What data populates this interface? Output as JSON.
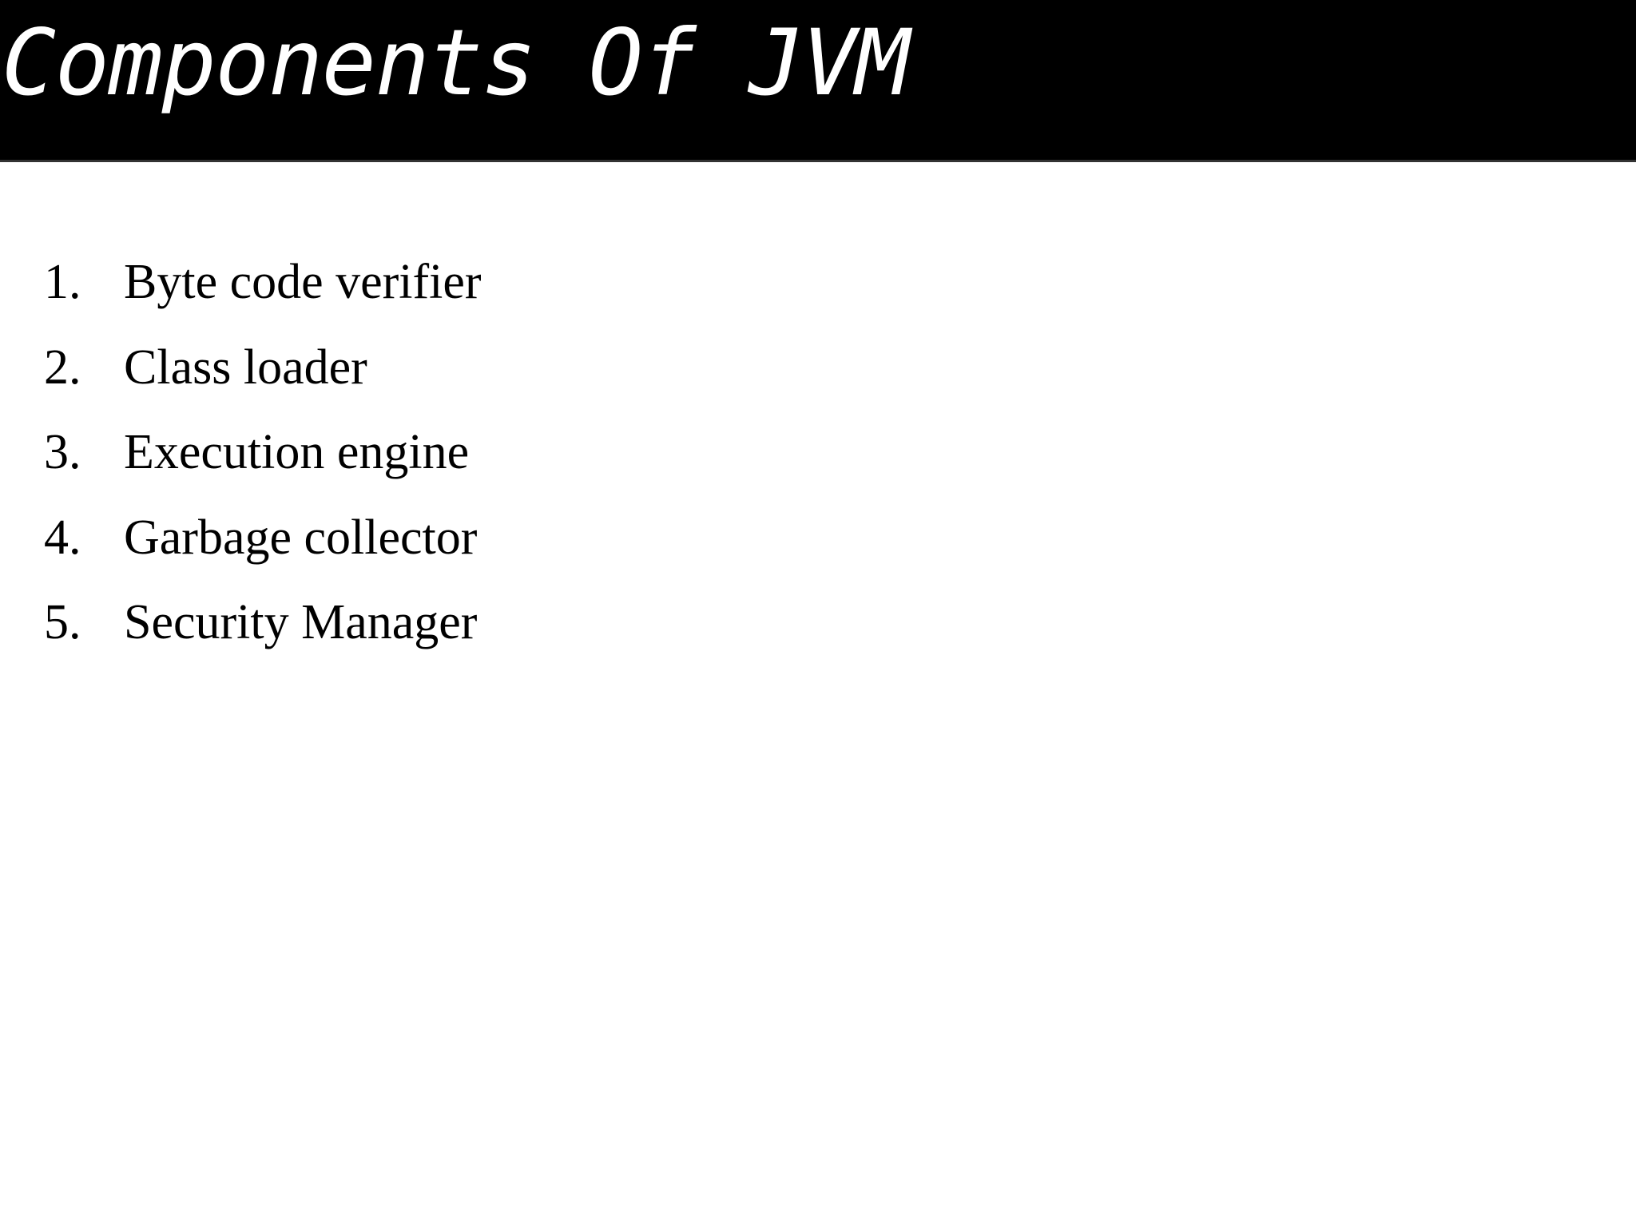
{
  "slide": {
    "background_color": "#ffffff",
    "title_bar": {
      "background_color": "#000000",
      "text_color": "#ffffff",
      "title": "Components Of JVM"
    },
    "body": {
      "text_color": "#000000",
      "list_type": "ordered-decimal",
      "items": [
        {
          "marker": "1.",
          "label": "Byte code verifier"
        },
        {
          "marker": "2.",
          "label": "Class loader"
        },
        {
          "marker": "3.",
          "label": "Execution engine"
        },
        {
          "marker": "4.",
          "label": "Garbage collector"
        },
        {
          "marker": "5.",
          "label": "Security Manager"
        }
      ]
    }
  }
}
